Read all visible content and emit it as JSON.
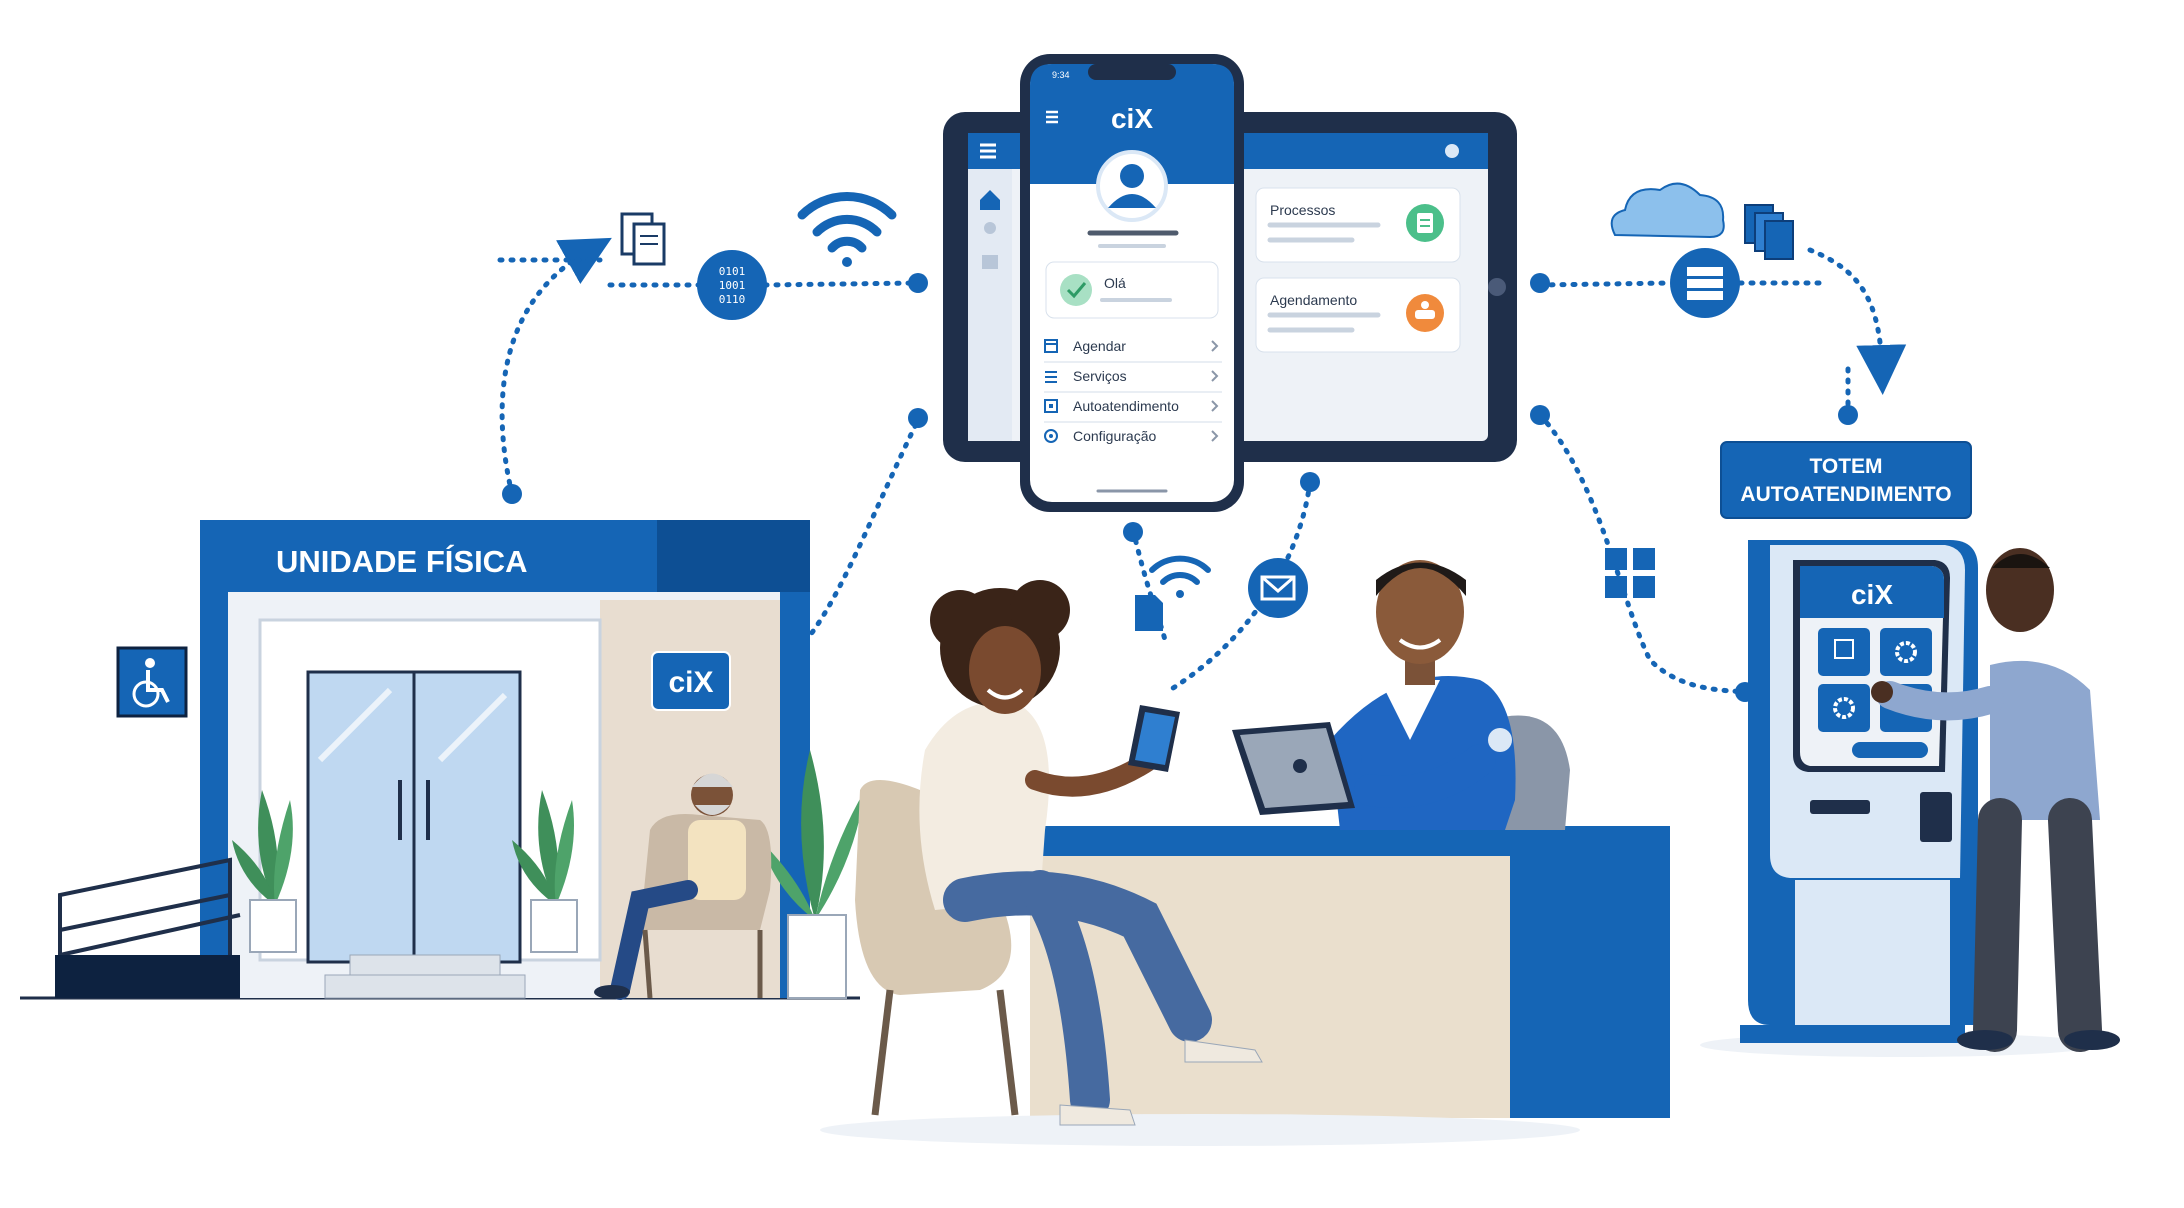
{
  "brand": {
    "logo": "ciX",
    "primary": "#1565b5",
    "dark": "#0d4f94",
    "light": "#dbe8f6",
    "accent_green": "#4bbf8a",
    "accent_orange": "#f08a3c"
  },
  "phone": {
    "status_time": "9:34",
    "menu_icon": "hamburger-icon",
    "greeting": "Olá",
    "menu": [
      {
        "label": "Agendar",
        "icon": "calendar-icon"
      },
      {
        "label": "Serviços",
        "icon": "list-icon"
      },
      {
        "label": "Autoatendimento",
        "icon": "kiosk-icon"
      },
      {
        "label": "Configuração",
        "icon": "gear-icon"
      }
    ]
  },
  "tablet": {
    "cards": [
      {
        "label": "Processos",
        "icon": "document-check-icon"
      },
      {
        "label": "Agendamento",
        "icon": "hand-icon"
      }
    ]
  },
  "unidade": {
    "title": "UNIDADE FÍSICA",
    "logo": "ciX"
  },
  "totem": {
    "label_line1": "TOTEM",
    "label_line2": "AUTOATENDIMENTO",
    "logo": "ciX"
  }
}
